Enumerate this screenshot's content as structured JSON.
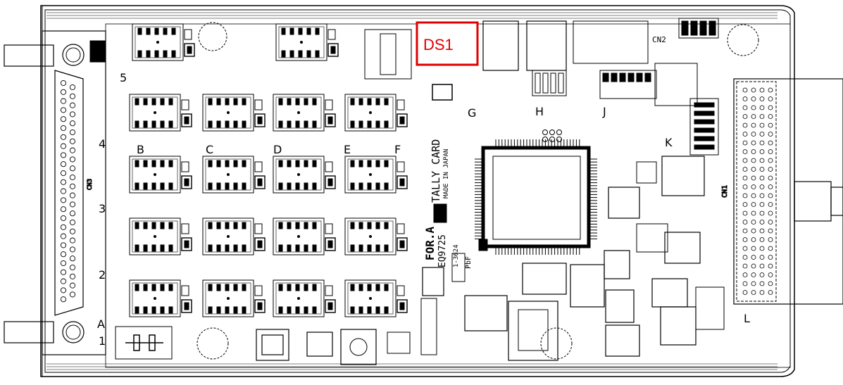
{
  "highlight": {
    "label": "DS1",
    "color": "#e00000"
  },
  "board_text": {
    "brand": "FOR.A",
    "model": "TALLY CARD",
    "made_in": "MADE IN JAPAN",
    "part_no": "EQ9725",
    "pbf": "PbF",
    "cn1": "CN1",
    "cn2": "CN2",
    "cn3": "CN3",
    "rev": "1-3624"
  },
  "grid_letters": [
    "A",
    "B",
    "C",
    "D",
    "E",
    "F",
    "G",
    "H",
    "J",
    "K",
    "L"
  ],
  "grid_numbers": [
    "1",
    "2",
    "3",
    "4",
    "5"
  ],
  "colors": {
    "line": "#000000",
    "background": "#ffffff",
    "highlight": "#e00000"
  }
}
